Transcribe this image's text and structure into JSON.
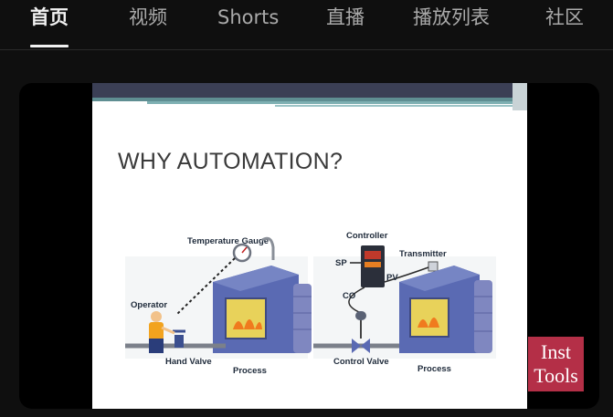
{
  "tabs": [
    {
      "label": "首页",
      "active": true
    },
    {
      "label": "视频",
      "active": false
    },
    {
      "label": "Shorts",
      "active": false
    },
    {
      "label": "直播",
      "active": false
    },
    {
      "label": "播放列表",
      "active": false
    },
    {
      "label": "社区",
      "active": false
    }
  ],
  "video": {
    "slide_title": "WHY AUTOMATION?",
    "diagram_labels": {
      "temperature_gauge": "Temperature Gauge",
      "operator": "Operator",
      "hand_valve": "Hand Valve",
      "process_left": "Process",
      "controller": "Controller",
      "transmitter": "Transmitter",
      "sp": "SP",
      "pv": "PV",
      "co": "CO",
      "control_valve": "Control Valve",
      "process_right": "Process"
    },
    "watermark_logo": "Inst Tools"
  }
}
